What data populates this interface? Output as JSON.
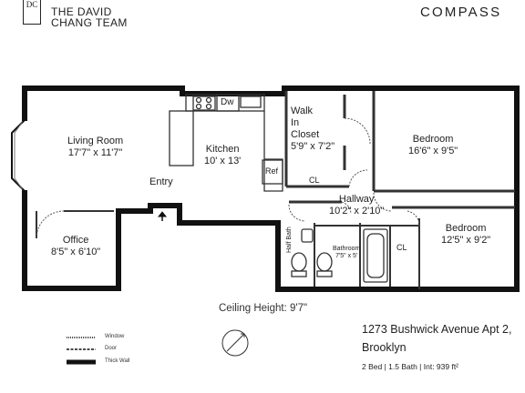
{
  "branding": {
    "logo_letters": "DC",
    "team_line1": "THE DAVID",
    "team_line2": "CHANG TEAM",
    "broker": "COMPASS"
  },
  "rooms": {
    "living_room": {
      "name": "Living Room",
      "size": "17'7\" x 11'7\""
    },
    "kitchen": {
      "name": "Kitchen",
      "size": "10' x 13'"
    },
    "walk_in_closet": {
      "name_line1": "Walk",
      "name_line2": "In",
      "name_line3": "Closet",
      "size": "5'9\" x 7'2\""
    },
    "bedroom_1": {
      "name": "Bedroom",
      "size": "16'6\" x 9'5\""
    },
    "bedroom_2": {
      "name": "Bedroom",
      "size": "12'5\" x 9'2\""
    },
    "hallway": {
      "name": "Hallway",
      "size": "10'2\" x 2'10\""
    },
    "office": {
      "name": "Office",
      "size": "8'5\" x 6'10\""
    },
    "entry": {
      "name": "Entry"
    },
    "half_bath": {
      "name": "Half Bath"
    },
    "bathroom": {
      "name": "Bathroom",
      "size": "7'5\" x 5'"
    }
  },
  "fixtures": {
    "dishwasher": "Dw",
    "refrigerator": "Ref",
    "closet_1": "CL",
    "closet_2": "CL"
  },
  "ceiling_height": "Ceiling Height: 9'7\"",
  "legend": {
    "window": "Window",
    "door": "Door",
    "thick_wall": "Thick Wall"
  },
  "listing": {
    "address_line1": "1273 Bushwick Avenue Apt 2,",
    "address_line2": "Brooklyn",
    "summary": "2 Bed | 1.5 Bath | Int: 939 ft²"
  }
}
